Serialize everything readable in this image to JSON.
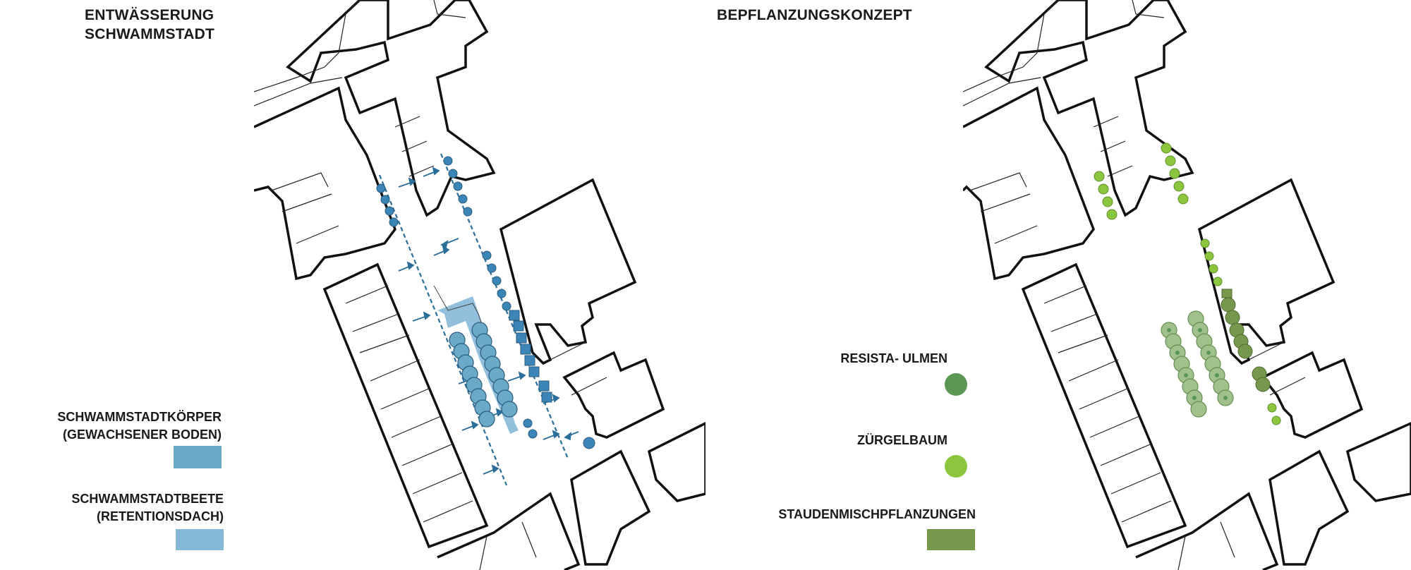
{
  "left_panel": {
    "title_line1": "ENTWÄSSERUNG",
    "title_line2": "SCHWAMMSTADT",
    "legend": [
      {
        "line1": "SCHWAMMSTADTKÖRPER",
        "line2": "(GEWACHSENER BODEN)",
        "color": "#6aaac6"
      },
      {
        "line1": "SCHWAMMSTADTBEETE",
        "line2": "(RETENTIONSDACH)",
        "color": "#86b8d8"
      }
    ]
  },
  "right_panel": {
    "title": "BEPFLANZUNGSKONZEPT",
    "legend": [
      {
        "label": "RESISTA- ULMEN",
        "color": "#5c9654"
      },
      {
        "label": "ZÜRGELBAUM",
        "color": "#8cc63f"
      },
      {
        "label": "STAUDENMISCHPFLANZUNGEN",
        "color": "#76984c"
      }
    ]
  },
  "colors": {
    "building_stroke": "#111111",
    "drain_blue": "#2a6f9a",
    "tree_blue": "#3b86b6",
    "tree_green_light": "#8cc63f",
    "tree_green_dark": "#5c9654"
  }
}
